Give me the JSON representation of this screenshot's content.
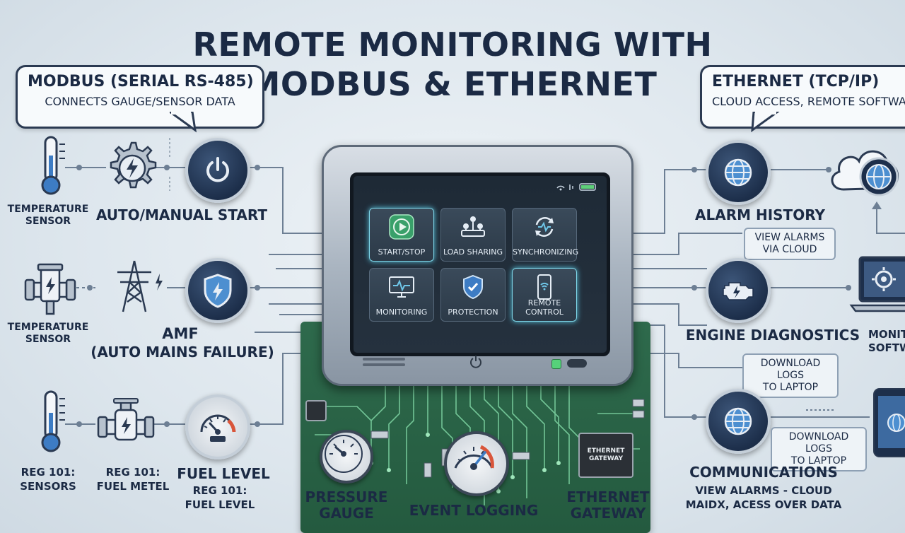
{
  "title": {
    "line1": "REMOTE MONITORING WITH",
    "line2": "MODBUS & ETHERNET"
  },
  "modbus_callout": {
    "heading": "MODBUS (SERIAL RS-485)",
    "sub": "CONNECTS GAUGE/SENSOR DATA"
  },
  "ethernet_callout": {
    "heading": "ETHERNET (TCP/IP)",
    "sub": "CLOUD ACCESS, REMOTE SOFTWARE"
  },
  "left": {
    "row1": {
      "sensor_label": "TEMPERATURE\nSENSOR",
      "feature": "AUTO/MANUAL START"
    },
    "row2": {
      "sensor_label": "TEMPERATURE\nSENSOR",
      "feature_1": "AMF",
      "feature_2": "(AUTO MAINS FAILURE)"
    },
    "row3": {
      "reg_a": "REG 101:\nSENSORS",
      "reg_b": "REG 101:\nFUEL METEL",
      "feature": "FUEL LEVEL",
      "feature_sub": "REG 101:\nFUEL LEVEL"
    }
  },
  "right": {
    "row1": {
      "feature": "ALARM HISTORY",
      "box": "VIEW ALARMS\nVIA CLOUD"
    },
    "row2": {
      "feature": "ENGINE DIAGNOSTICS",
      "box": "DOWNLOAD LOGS\nTO LAPTOP",
      "laptop_label": "MONITORING\nSOFTWARE"
    },
    "row3": {
      "feature": "COMMUNICATIONS",
      "sub": "VIEW ALARMS - CLOUD\nMAIDX, ACESS OVER DATA",
      "box": "DOWNLOAD LOGS\nTO LAPTOP"
    }
  },
  "device": {
    "tiles": [
      "START/STOP",
      "LOAD SHARING",
      "SYNCHRONIZING",
      "MONITORING",
      "PROTECTION",
      "REMOTE CONTROL"
    ]
  },
  "board": {
    "pressure": "PRESSURE\nGAUGE",
    "event": "EVENT LOGGING",
    "gateway": "ETHERNET\nGATEWAY",
    "chip_label": "ETHERNET\nGATEWAY"
  },
  "colors": {
    "navy": "#1d2f4b",
    "accent": "#4d8fd0",
    "board": "#2e6a4c",
    "tile_glow": "#7fd8ea"
  }
}
